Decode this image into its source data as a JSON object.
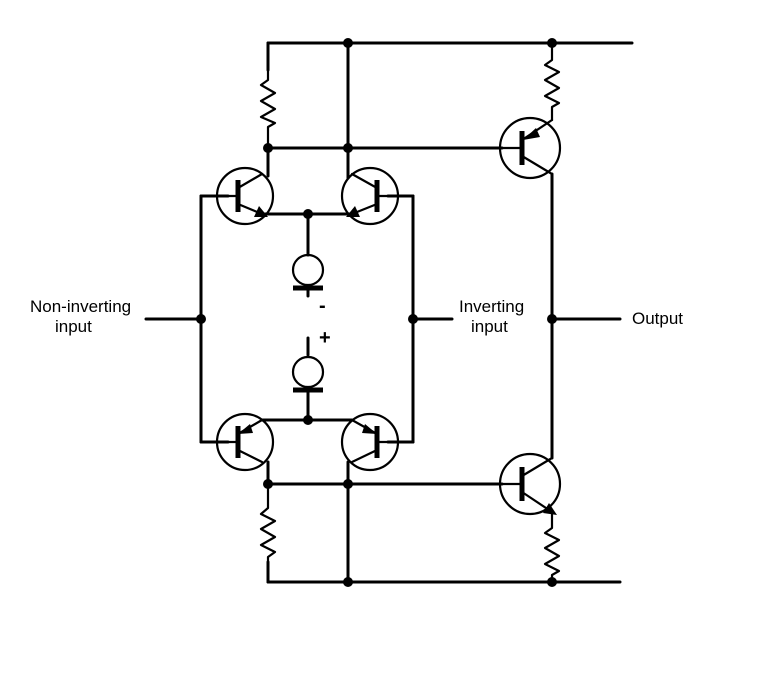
{
  "labels": {
    "non_inverting_line1": "Non-inverting",
    "non_inverting_line2": "input",
    "inverting_line1": "Inverting",
    "inverting_line2": "input",
    "output": "Output",
    "minus": "-",
    "plus": "+"
  },
  "components": {
    "input_transistors": 4,
    "output_transistors": 2,
    "resistors": 4,
    "current_sources": 2
  }
}
